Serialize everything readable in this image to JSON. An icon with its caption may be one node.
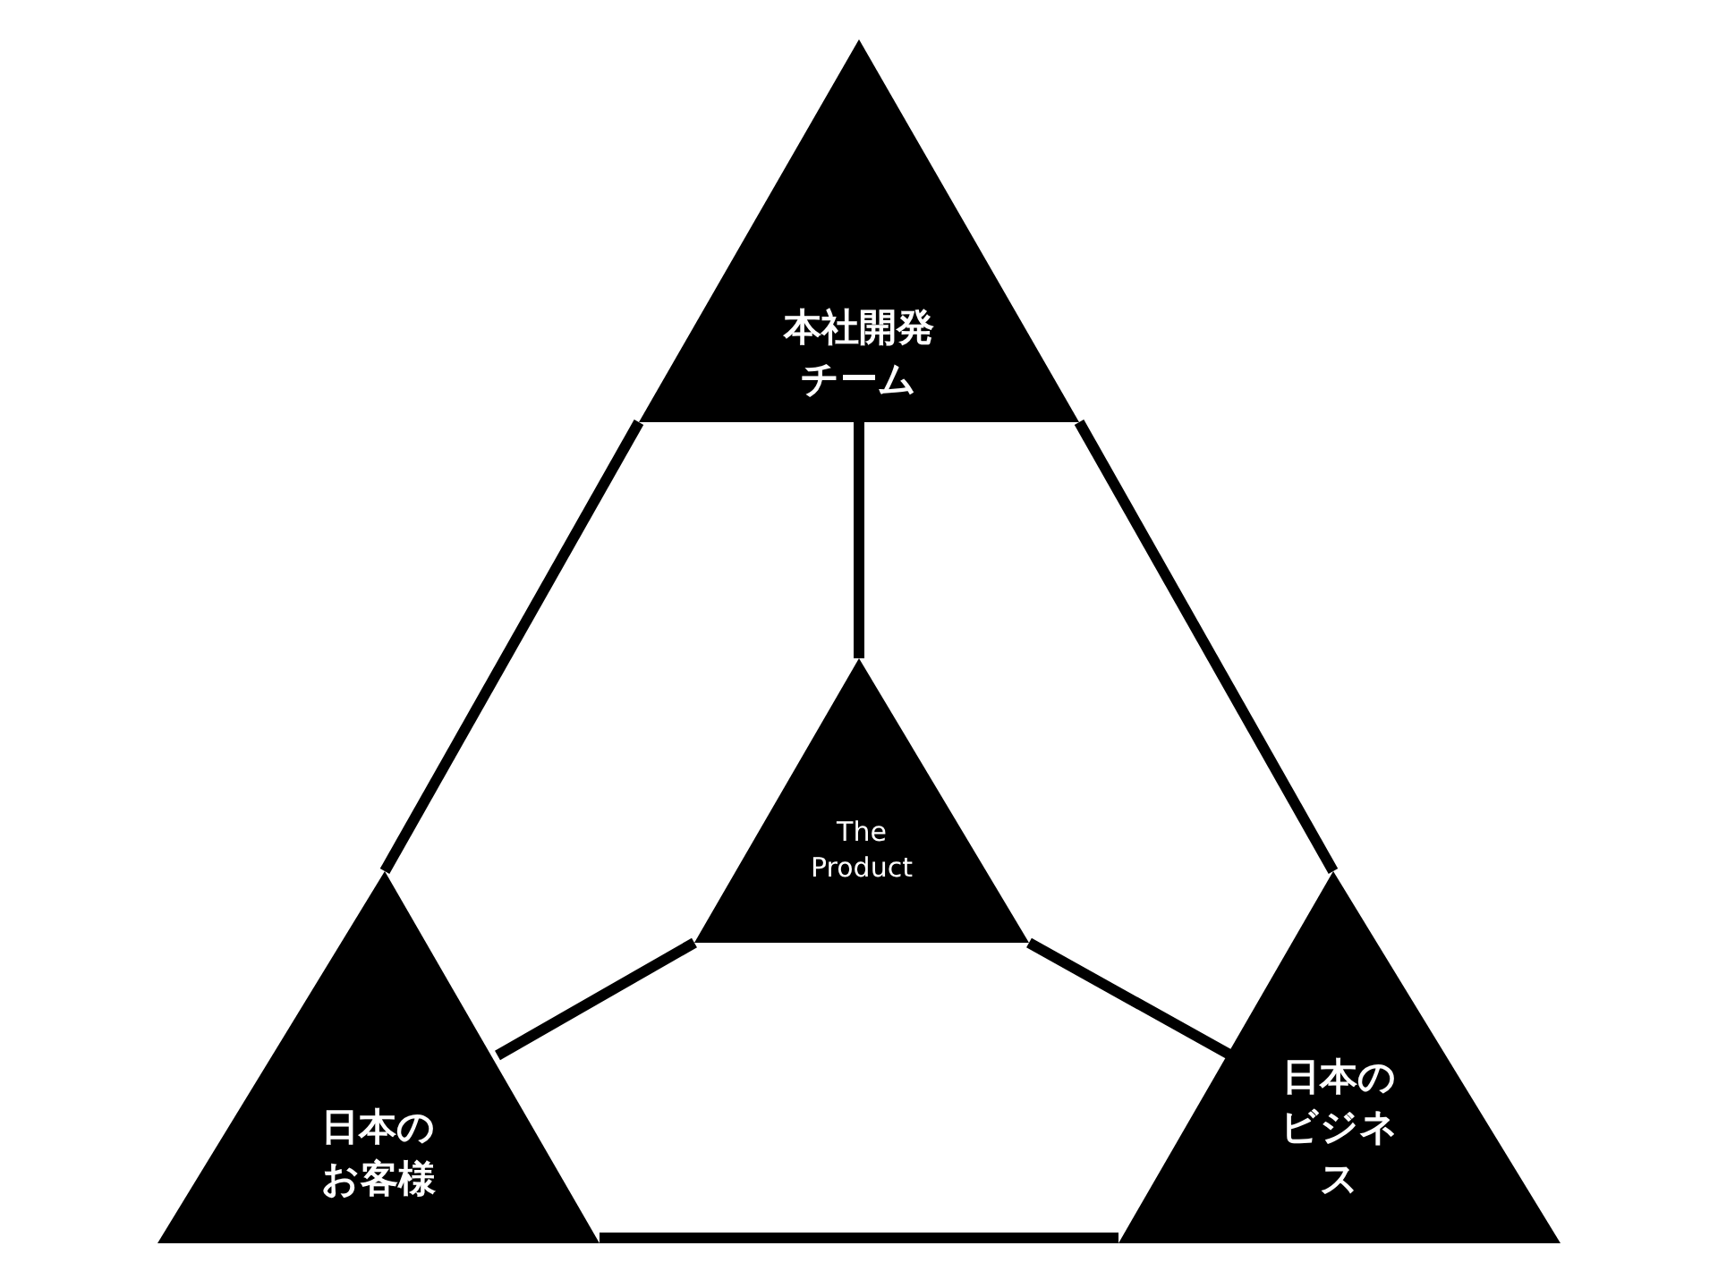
{
  "diagram": {
    "nodes": [
      {
        "text": [
          "本社開発チーム"
        ]
      },
      {
        "text": [
          "The Product"
        ]
      },
      {
        "text": [
          "日本のお客様"
        ]
      },
      {
        "text": [
          "日本のビジネス"
        ]
      }
    ],
    "edges": [
      {
        "from": 0,
        "to": 1,
        "arrow": "none"
      },
      {
        "from": 1,
        "to": 2,
        "arrow": "none"
      },
      {
        "from": 1,
        "to": 3,
        "arrow": "none"
      },
      {
        "from": 0,
        "to": 2,
        "arrow": "none"
      },
      {
        "from": 0,
        "to": 3,
        "arrow": "none"
      },
      {
        "from": 2,
        "to": 3,
        "arrow": "none"
      }
    ]
  }
}
